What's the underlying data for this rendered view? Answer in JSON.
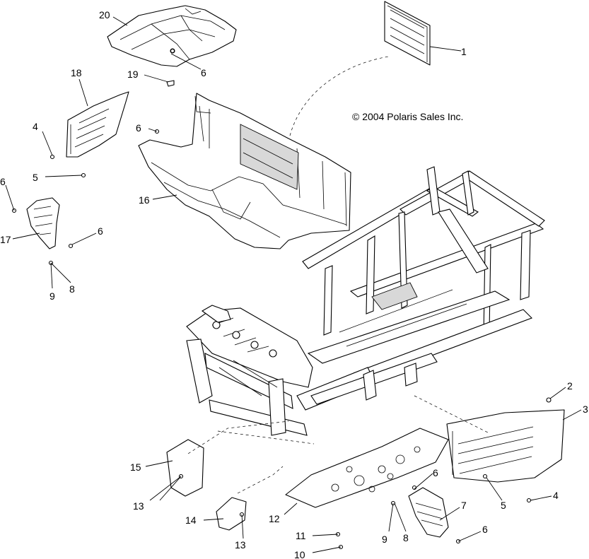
{
  "copyright": "© 2004 Polaris Sales Inc.",
  "callouts": [
    {
      "id": "c1",
      "label": "1"
    },
    {
      "id": "c2",
      "label": "2"
    },
    {
      "id": "c3",
      "label": "3"
    },
    {
      "id": "c4a",
      "label": "4"
    },
    {
      "id": "c4b",
      "label": "4"
    },
    {
      "id": "c5a",
      "label": "5"
    },
    {
      "id": "c5b",
      "label": "5"
    },
    {
      "id": "c6a",
      "label": "6"
    },
    {
      "id": "c6b",
      "label": "6"
    },
    {
      "id": "c6c",
      "label": "6"
    },
    {
      "id": "c6d",
      "label": "6"
    },
    {
      "id": "c6e",
      "label": "6"
    },
    {
      "id": "c6f",
      "label": "6"
    },
    {
      "id": "c7",
      "label": "7"
    },
    {
      "id": "c8a",
      "label": "8"
    },
    {
      "id": "c8b",
      "label": "8"
    },
    {
      "id": "c9a",
      "label": "9"
    },
    {
      "id": "c9b",
      "label": "9"
    },
    {
      "id": "c10",
      "label": "10"
    },
    {
      "id": "c11",
      "label": "11"
    },
    {
      "id": "c12",
      "label": "12"
    },
    {
      "id": "c13a",
      "label": "13"
    },
    {
      "id": "c13b",
      "label": "13"
    },
    {
      "id": "c14",
      "label": "14"
    },
    {
      "id": "c15",
      "label": "15"
    },
    {
      "id": "c16",
      "label": "16"
    },
    {
      "id": "c17",
      "label": "17"
    },
    {
      "id": "c18",
      "label": "18"
    },
    {
      "id": "c19",
      "label": "19"
    },
    {
      "id": "c20",
      "label": "20"
    }
  ]
}
